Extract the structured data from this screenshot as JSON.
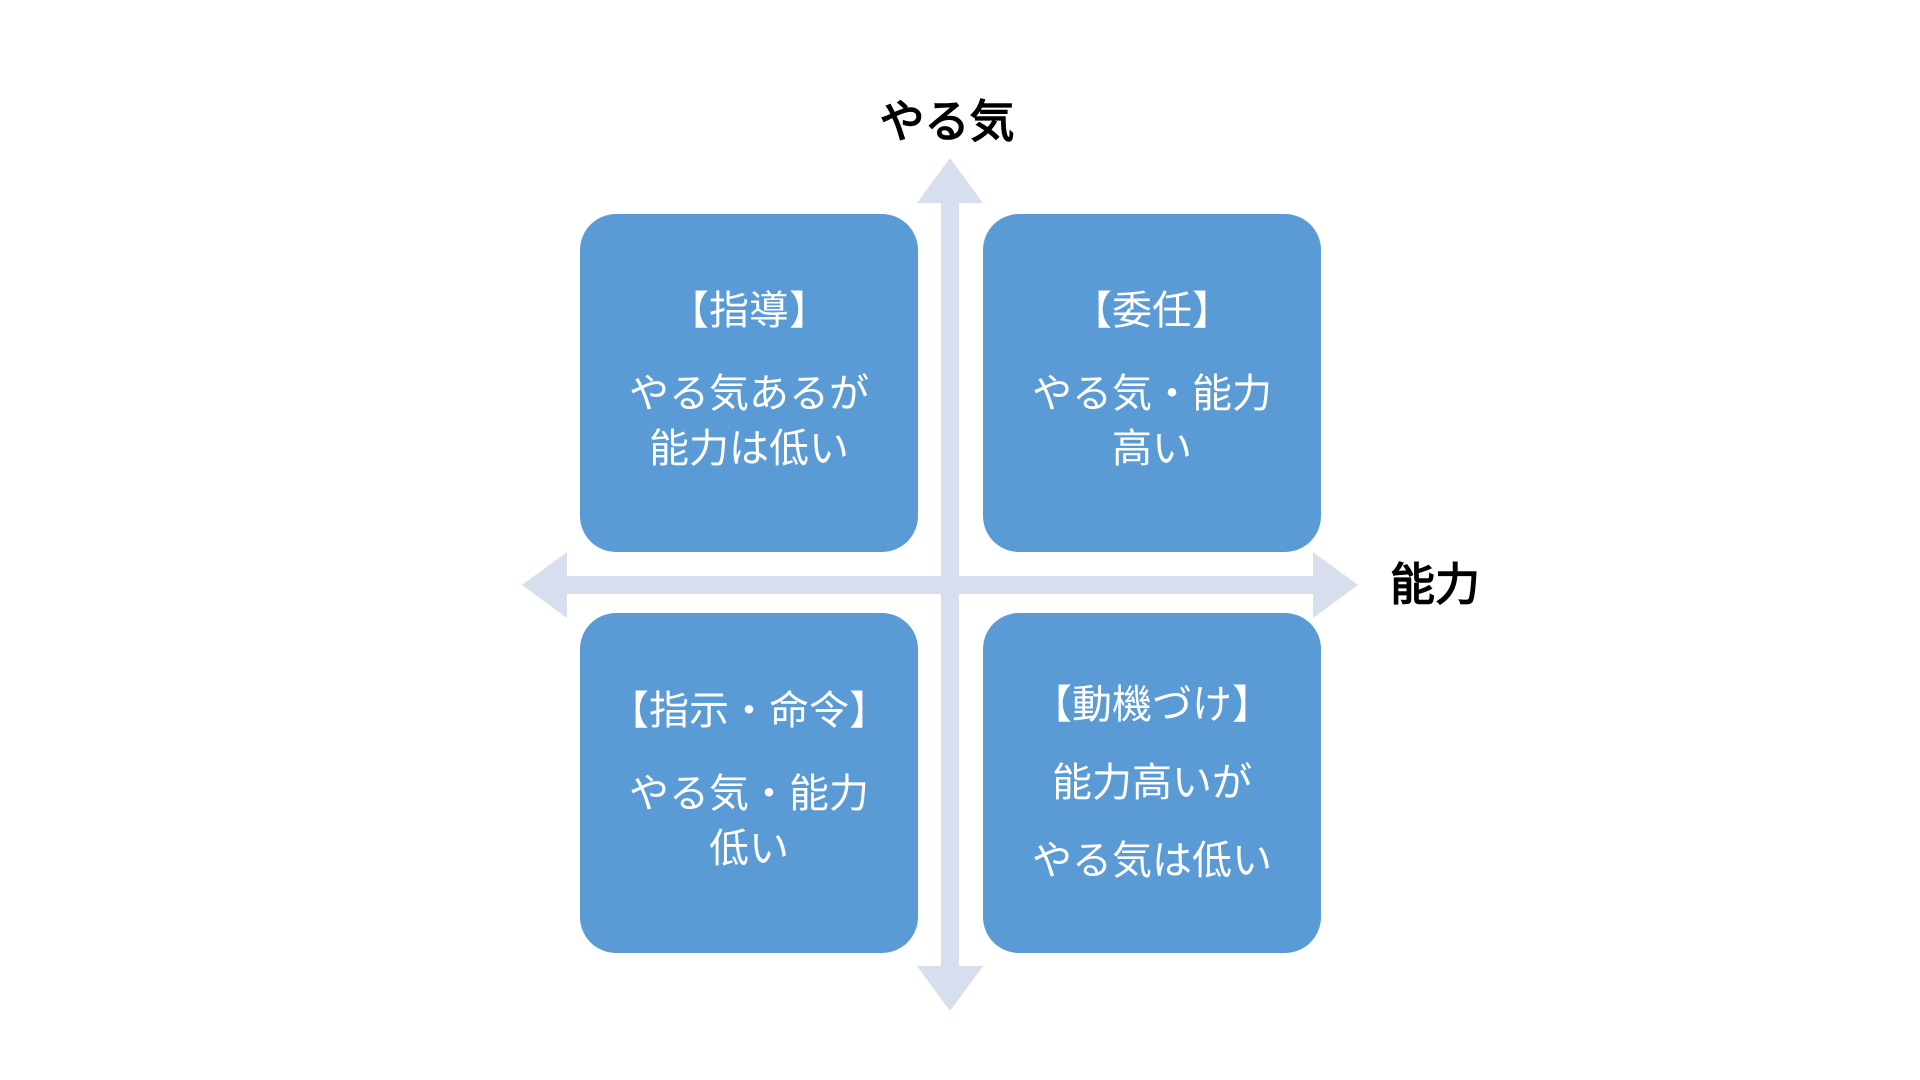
{
  "colors": {
    "canvas_bg": "#ffffff",
    "box_fill": "#5B9BD5",
    "box_text": "#ffffff",
    "arrow": "#D7DEED",
    "axis_label": "#000000"
  },
  "axes": {
    "vertical_label": "やる気",
    "horizontal_label": "能力"
  },
  "quadrants": [
    {
      "position": "top-left",
      "title": "【指導】",
      "body_lines": [
        "やる気あるが",
        "能力は低い"
      ]
    },
    {
      "position": "top-right",
      "title": "【委任】",
      "body_lines": [
        "やる気・能力",
        "高い"
      ]
    },
    {
      "position": "bottom-left",
      "title": "【指示・命令】",
      "body_lines": [
        "やる気・能力",
        "低い"
      ]
    },
    {
      "position": "bottom-right",
      "title": "【動機づけ】",
      "body_lines": [
        "能力高いが",
        "やる気は低い"
      ]
    }
  ]
}
